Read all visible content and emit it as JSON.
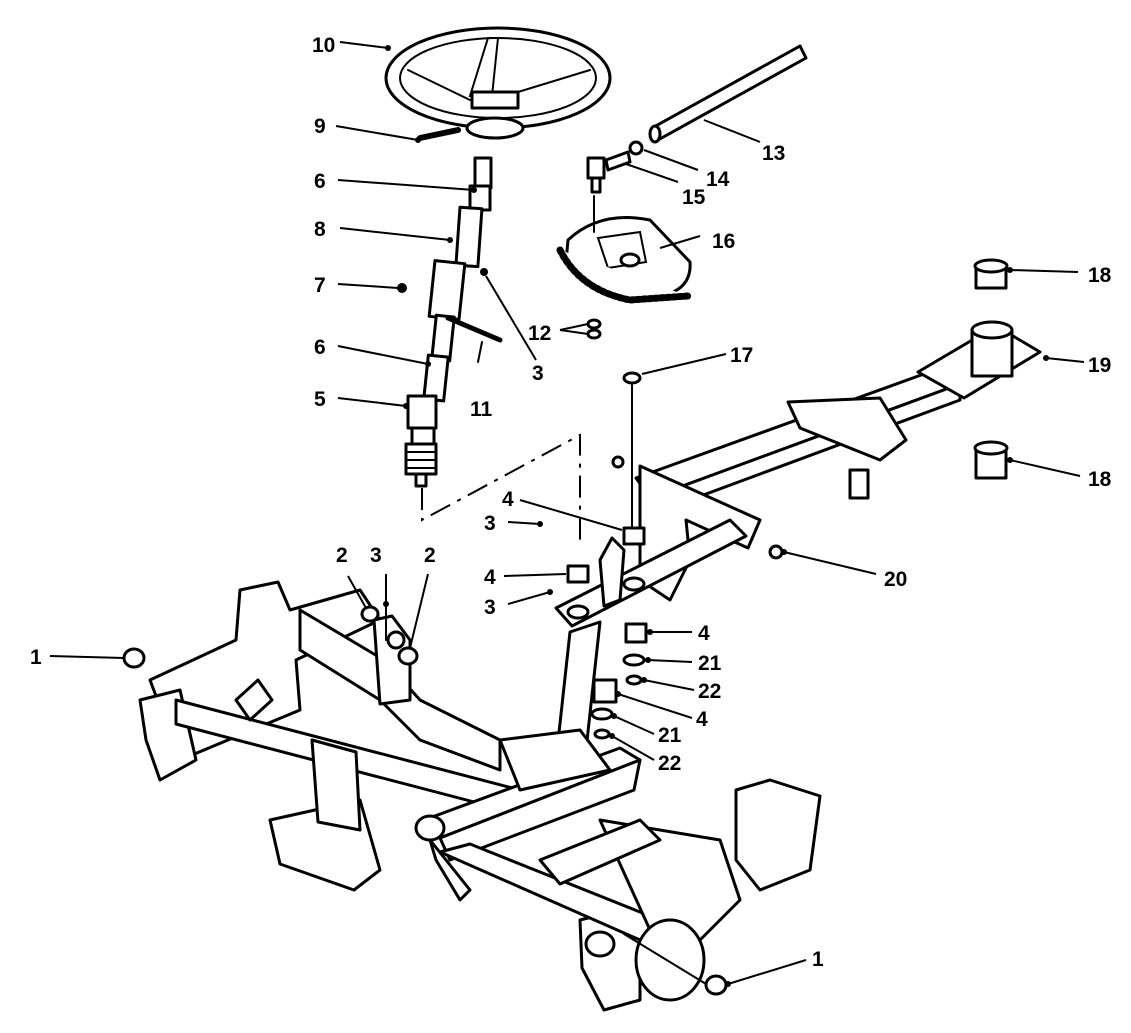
{
  "callouts": [
    {
      "id": "c10",
      "label": "10"
    },
    {
      "id": "c9",
      "label": "9"
    },
    {
      "id": "c6a",
      "label": "6"
    },
    {
      "id": "c8",
      "label": "8"
    },
    {
      "id": "c7",
      "label": "7"
    },
    {
      "id": "c6b",
      "label": "6"
    },
    {
      "id": "c5",
      "label": "5"
    },
    {
      "id": "c3a",
      "label": "3"
    },
    {
      "id": "c11",
      "label": "11"
    },
    {
      "id": "c13",
      "label": "13"
    },
    {
      "id": "c14",
      "label": "14"
    },
    {
      "id": "c15",
      "label": "15"
    },
    {
      "id": "c16",
      "label": "16"
    },
    {
      "id": "c12",
      "label": "12"
    },
    {
      "id": "c17",
      "label": "17"
    },
    {
      "id": "c18a",
      "label": "18"
    },
    {
      "id": "c19",
      "label": "19"
    },
    {
      "id": "c18b",
      "label": "18"
    },
    {
      "id": "c20",
      "label": "20"
    },
    {
      "id": "c4a",
      "label": "4"
    },
    {
      "id": "c3b",
      "label": "3"
    },
    {
      "id": "c4b",
      "label": "4"
    },
    {
      "id": "c3c",
      "label": "3"
    },
    {
      "id": "c2a",
      "label": "2"
    },
    {
      "id": "c3d",
      "label": "3"
    },
    {
      "id": "c2b",
      "label": "2"
    },
    {
      "id": "c1a",
      "label": "1"
    },
    {
      "id": "c4c",
      "label": "4"
    },
    {
      "id": "c21a",
      "label": "21"
    },
    {
      "id": "c22a",
      "label": "22"
    },
    {
      "id": "c4d",
      "label": "4"
    },
    {
      "id": "c21b",
      "label": "21"
    },
    {
      "id": "c22b",
      "label": "22"
    },
    {
      "id": "c1b",
      "label": "1"
    }
  ]
}
